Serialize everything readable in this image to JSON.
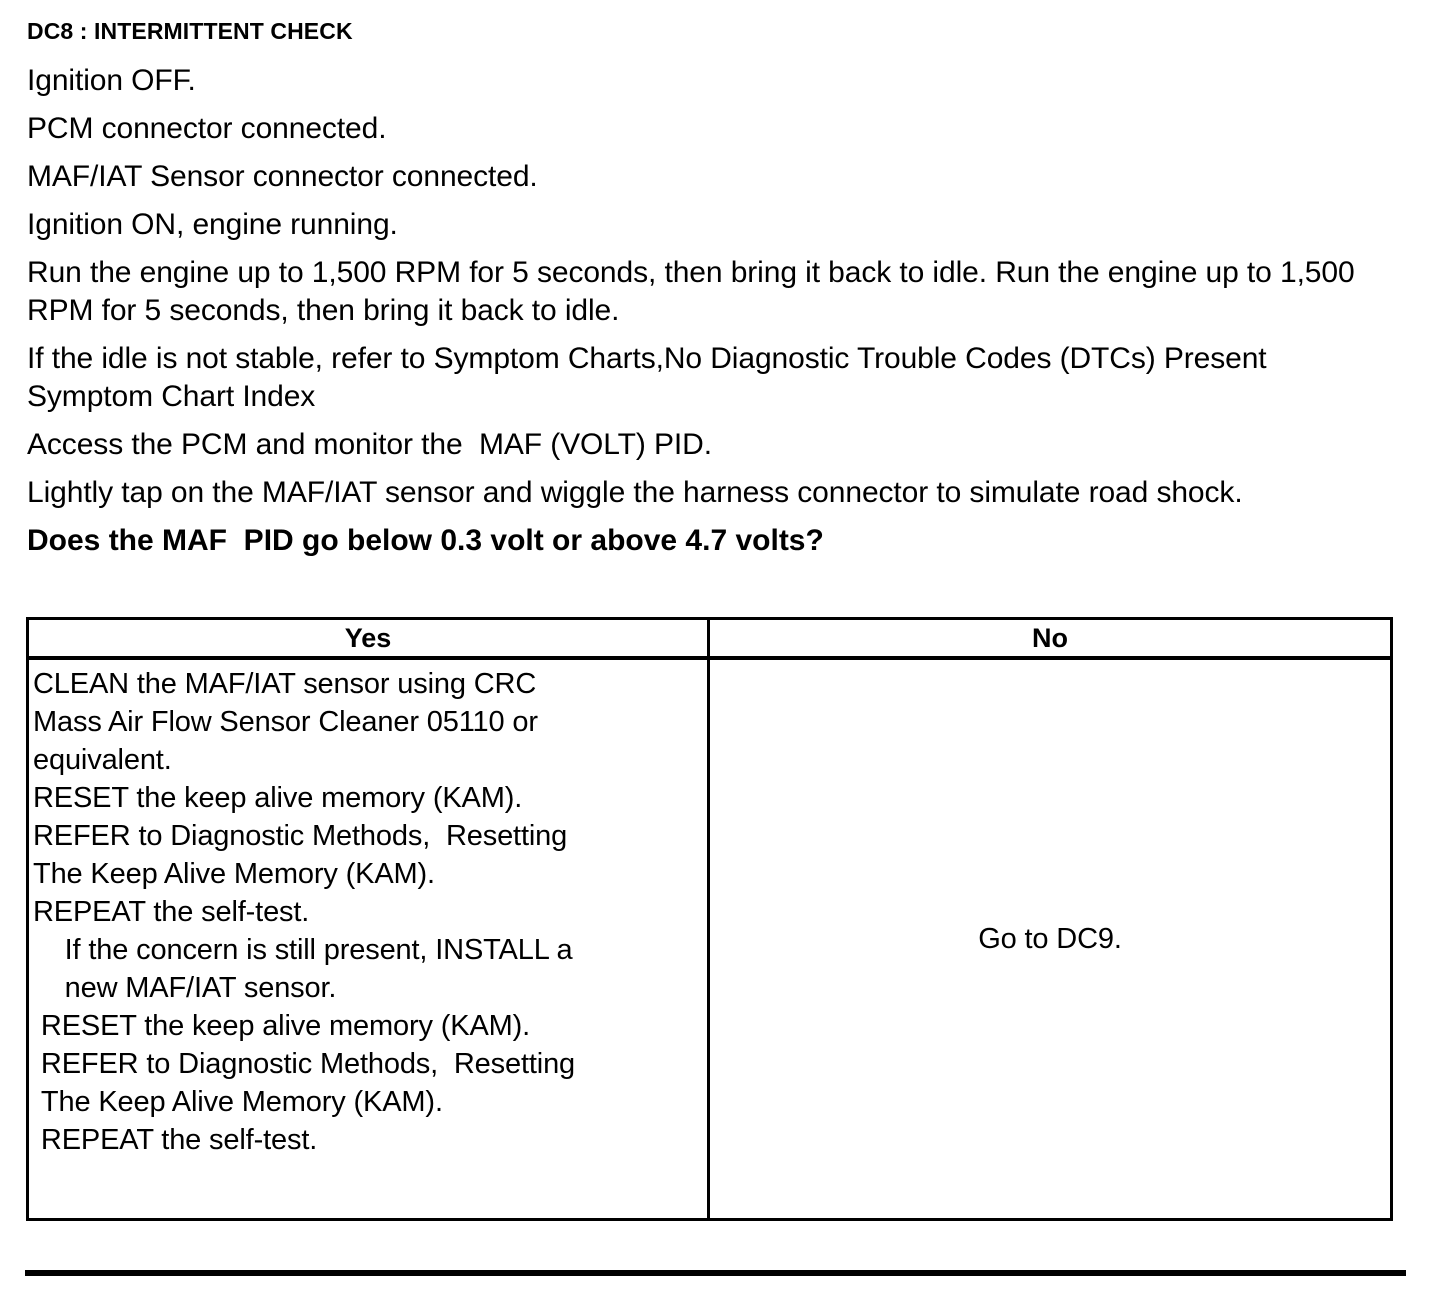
{
  "document": {
    "section_title": "DC8 : INTERMITTENT CHECK",
    "steps": [
      "Ignition OFF.",
      "PCM connector connected.",
      "MAF/IAT Sensor connector connected.",
      "Ignition ON, engine running.",
      "Run the engine up to 1,500 RPM for 5 seconds, then bring it back to idle. Run the engine up to 1,500 RPM for 5 seconds, then bring it back to idle.",
      "If the idle is not stable, refer to Symptom Charts,No Diagnostic Trouble Codes (DTCs) Present  Symptom Chart Index",
      "Access the PCM and monitor the  MAF (VOLT) PID.",
      "Lightly tap on the MAF/IAT sensor and wiggle the harness connector to simulate road shock."
    ],
    "question": "Does the MAF  PID go below 0.3 volt or above 4.7 volts?"
  },
  "decision_table": {
    "headers": {
      "yes": "Yes",
      "no": "No"
    },
    "yes_actions": "CLEAN the MAF/IAT sensor using CRC\nMass Air Flow Sensor Cleaner 05110 or\nequivalent.\nRESET the keep alive memory (KAM).\nREFER to Diagnostic Methods,  Resetting\nThe Keep Alive Memory (KAM).\nREPEAT the self-test.\n    If the concern is still present, INSTALL a\n    new MAF/IAT sensor.\n RESET the keep alive memory (KAM).\n REFER to Diagnostic Methods,  Resetting\n The Keep Alive Memory (KAM).\n REPEAT the self-test.",
    "no_action": "Go to DC9."
  }
}
